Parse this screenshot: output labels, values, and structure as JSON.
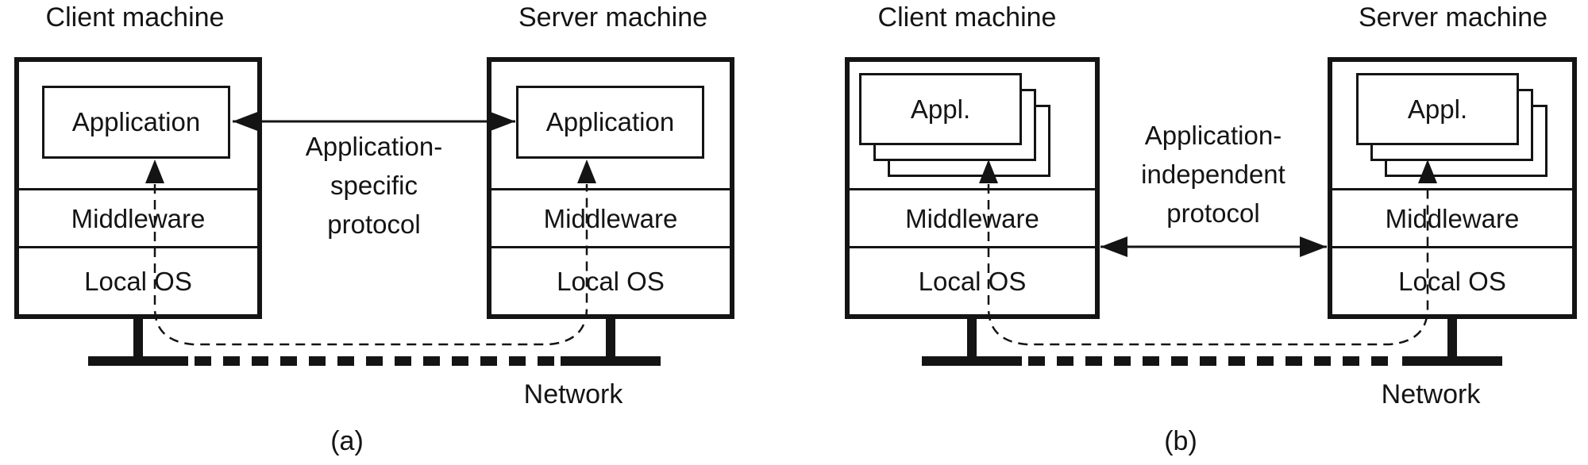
{
  "figure": {
    "background": "#ffffff",
    "ink": "#141414",
    "panels": [
      {
        "label": "(a)",
        "client": {
          "title": "Client machine",
          "app": "Application",
          "middleware": "Middleware",
          "os": "Local OS"
        },
        "server": {
          "title": "Server machine",
          "app": "Application",
          "middleware": "Middleware",
          "os": "Local OS"
        },
        "protocol": {
          "line1": "Application-",
          "line2": "specific",
          "line3": "protocol"
        },
        "network": "Network"
      },
      {
        "label": "(b)",
        "client": {
          "title": "Client machine",
          "app": "Appl.",
          "middleware": "Middleware",
          "os": "Local OS"
        },
        "server": {
          "title": "Server machine",
          "app": "Appl.",
          "middleware": "Middleware",
          "os": "Local OS"
        },
        "protocol": {
          "line1": "Application-",
          "line2": "independent",
          "line3": "protocol"
        },
        "network": "Network"
      }
    ]
  }
}
